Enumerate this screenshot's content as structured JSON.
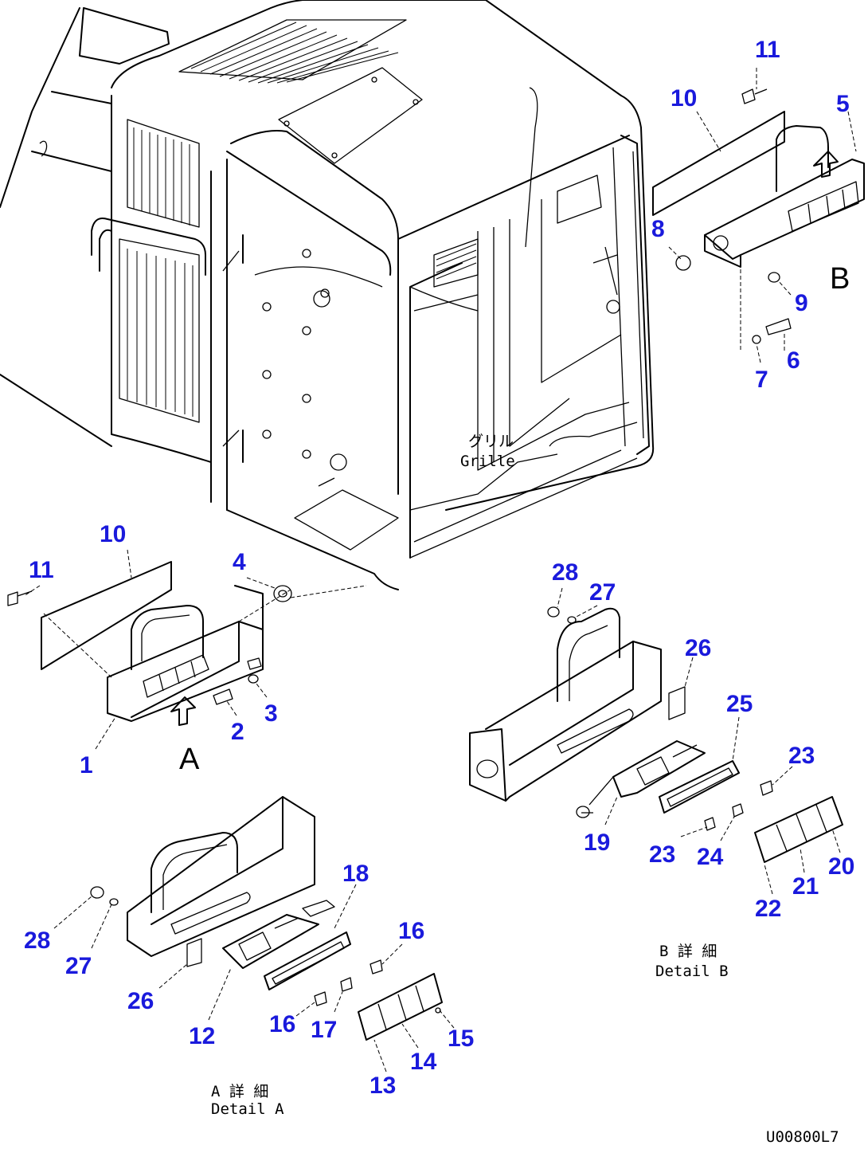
{
  "callouts": [
    {
      "id": "c11a",
      "text": "11"
    },
    {
      "id": "c10a",
      "text": "10"
    },
    {
      "id": "c5",
      "text": "5"
    },
    {
      "id": "c8",
      "text": "8"
    },
    {
      "id": "c9",
      "text": "9"
    },
    {
      "id": "c6",
      "text": "6"
    },
    {
      "id": "c7",
      "text": "7"
    },
    {
      "id": "c10b",
      "text": "10"
    },
    {
      "id": "c11b",
      "text": "11"
    },
    {
      "id": "c4",
      "text": "4"
    },
    {
      "id": "c3",
      "text": "3"
    },
    {
      "id": "c2",
      "text": "2"
    },
    {
      "id": "c1",
      "text": "1"
    },
    {
      "id": "c28a",
      "text": "28"
    },
    {
      "id": "c27a",
      "text": "27"
    },
    {
      "id": "c26a",
      "text": "26"
    },
    {
      "id": "c25",
      "text": "25"
    },
    {
      "id": "c23a",
      "text": "23"
    },
    {
      "id": "c19",
      "text": "19"
    },
    {
      "id": "c23b",
      "text": "23"
    },
    {
      "id": "c24",
      "text": "24"
    },
    {
      "id": "c20",
      "text": "20"
    },
    {
      "id": "c21",
      "text": "21"
    },
    {
      "id": "c22",
      "text": "22"
    },
    {
      "id": "c18",
      "text": "18"
    },
    {
      "id": "c16a",
      "text": "16"
    },
    {
      "id": "c28b",
      "text": "28"
    },
    {
      "id": "c27b",
      "text": "27"
    },
    {
      "id": "c26b",
      "text": "26"
    },
    {
      "id": "c12",
      "text": "12"
    },
    {
      "id": "c16b",
      "text": "16"
    },
    {
      "id": "c17",
      "text": "17"
    },
    {
      "id": "c15",
      "text": "15"
    },
    {
      "id": "c14",
      "text": "14"
    },
    {
      "id": "c13",
      "text": "13"
    }
  ],
  "view_markers": {
    "a": "A",
    "b": "B"
  },
  "notes": {
    "grille_jp": "グリル",
    "grille_en": "Grille",
    "detail_a_jp": "A 詳 細",
    "detail_a_en": "Detail A",
    "detail_b_jp": "B 詳 細",
    "detail_b_en": "Detail B"
  },
  "drawing_id": "U00800L7"
}
